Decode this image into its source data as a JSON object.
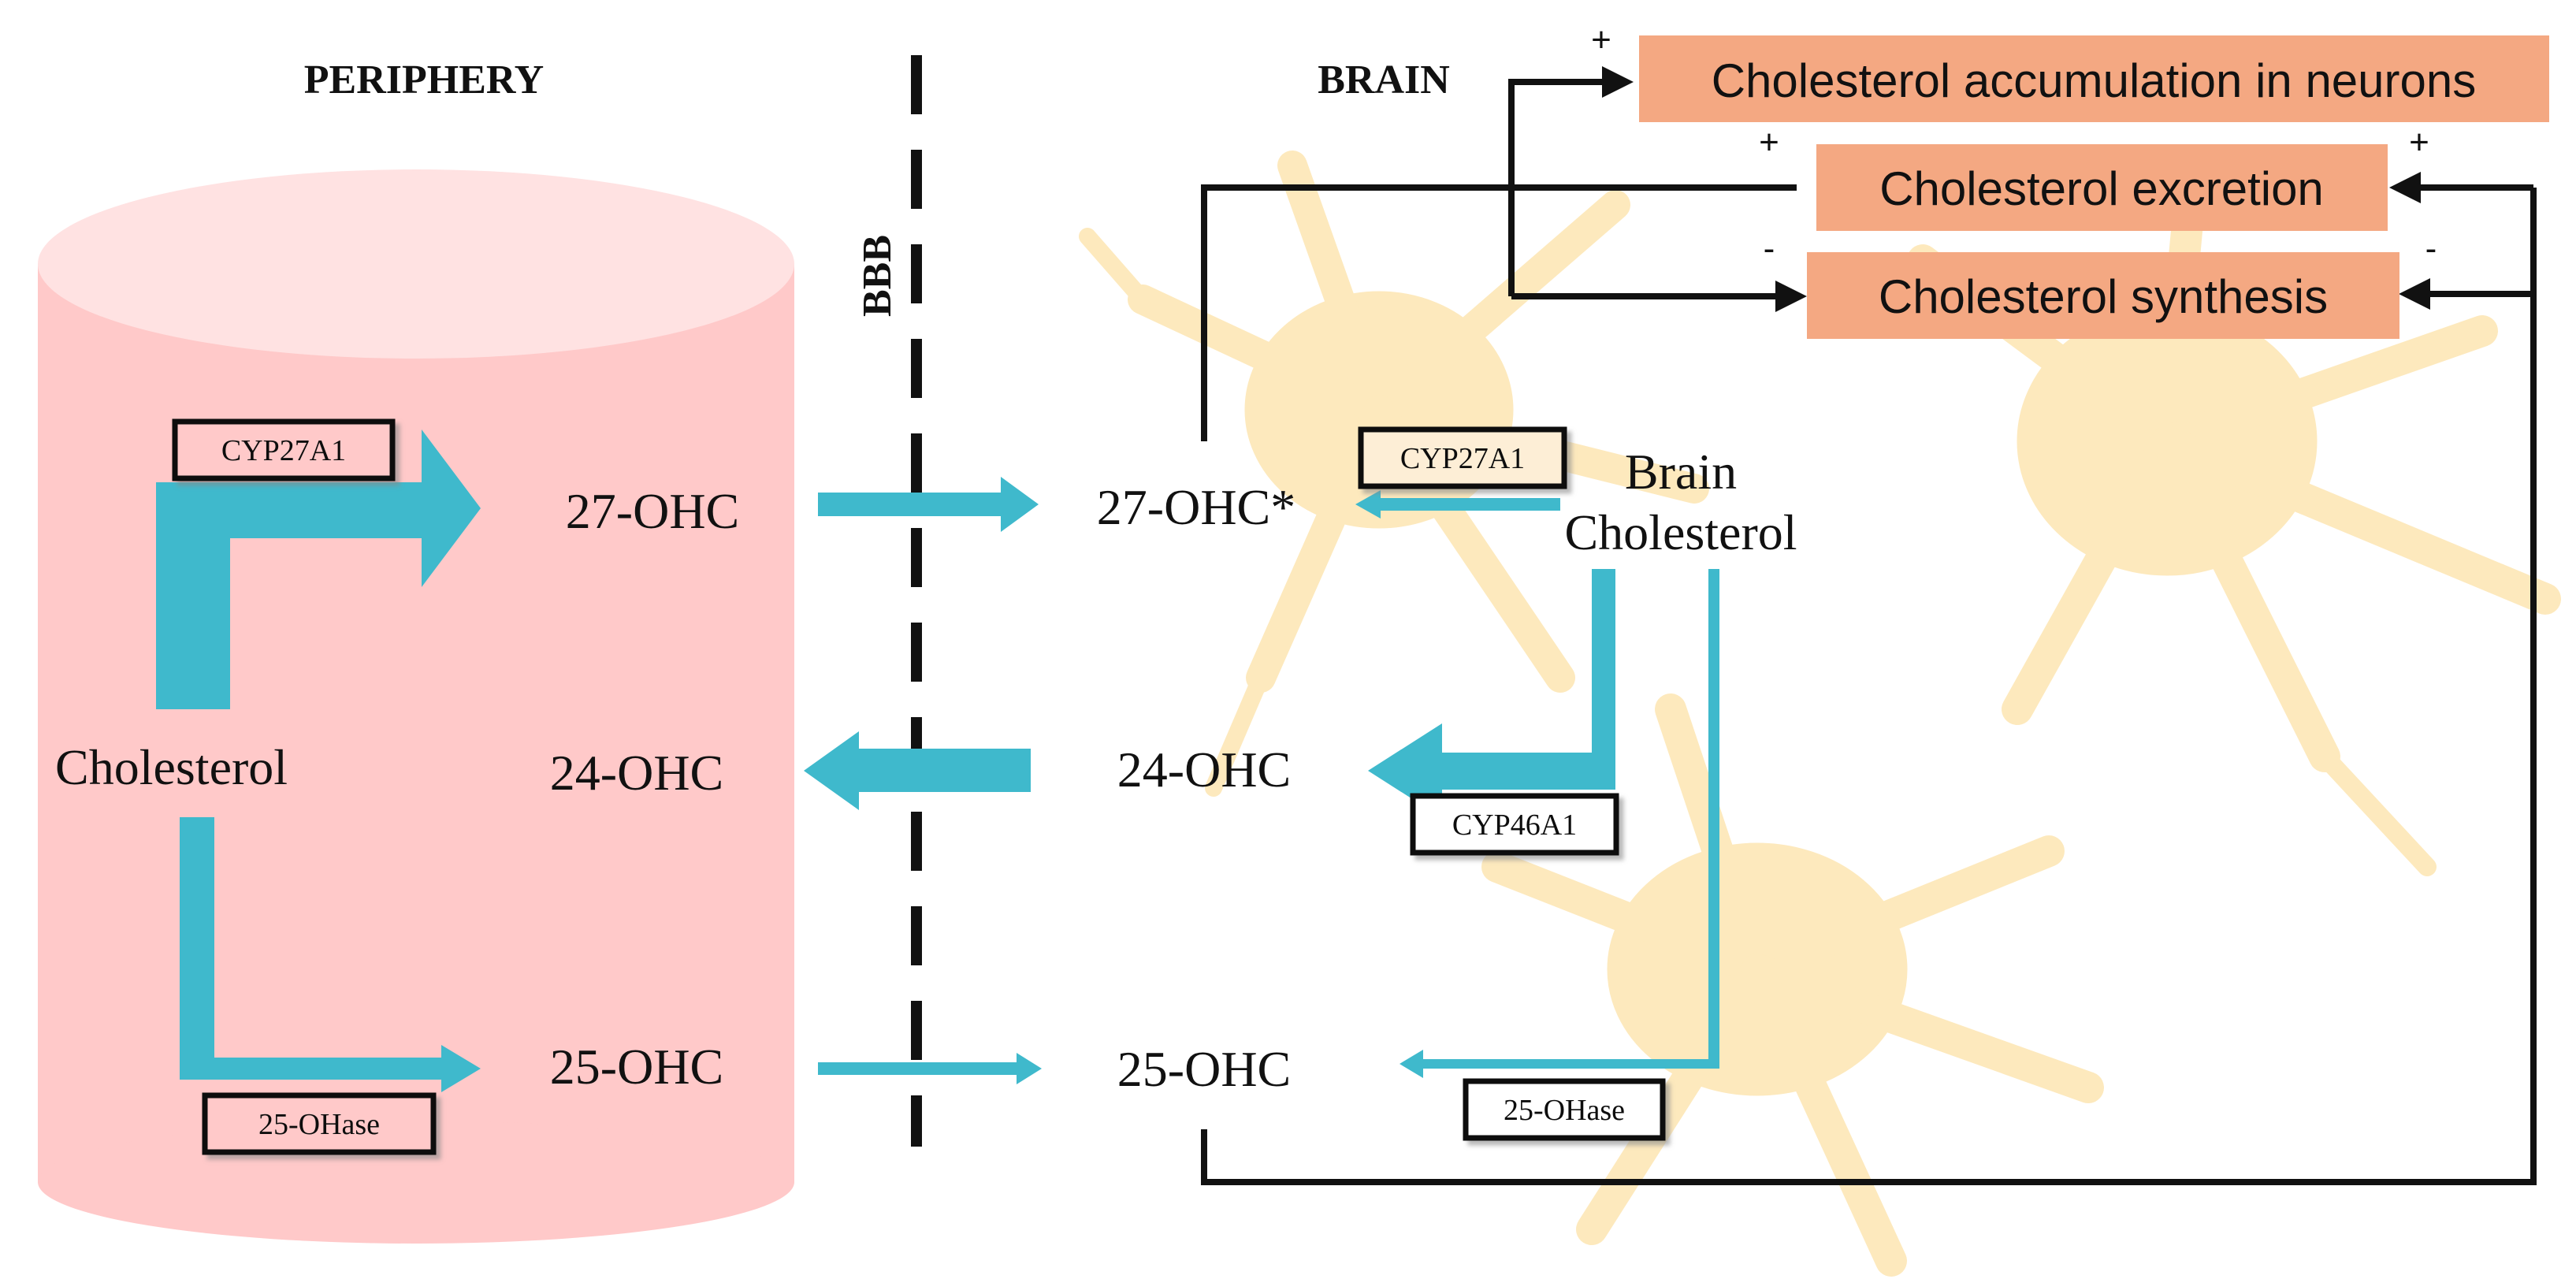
{
  "headers": {
    "periphery": "PERIPHERY",
    "brain": "BRAIN",
    "bbb": "BBB"
  },
  "periphery": {
    "cholesterol": "Cholesterol",
    "oh27": "27-OHC",
    "oh24": "24-OHC",
    "oh25": "25-OHC",
    "enzyme_cyp27a1": "CYP27A1",
    "enzyme_25ohase": "25-OHase"
  },
  "brain": {
    "oh27": "27-OHC*",
    "oh24": "24-OHC",
    "oh25": "25-OHC",
    "brain_cholesterol_line1": "Brain",
    "brain_cholesterol_line2": "Cholesterol",
    "enzyme_cyp27a1": "CYP27A1",
    "enzyme_cyp46a1": "CYP46A1",
    "enzyme_25ohase": "25-OHase"
  },
  "outcomes": {
    "accumulation": "Cholesterol accumulation in neurons",
    "excretion": "Cholesterol excretion",
    "synthesis": "Cholesterol synthesis"
  },
  "signs": {
    "accumulation_plus": "+",
    "excretion_plus_left": "+",
    "excretion_plus_right": "+",
    "synthesis_minus_left": "-",
    "synthesis_minus_right": "-"
  },
  "colors": {
    "cylinder_body": "#ffc9c9",
    "cylinder_top": "#ffe2e2",
    "arrow_teal": "#3fb9cc",
    "outcome_box": "#f4a882",
    "neuron_bg": "#fde9bd",
    "line_dark": "#111111"
  }
}
